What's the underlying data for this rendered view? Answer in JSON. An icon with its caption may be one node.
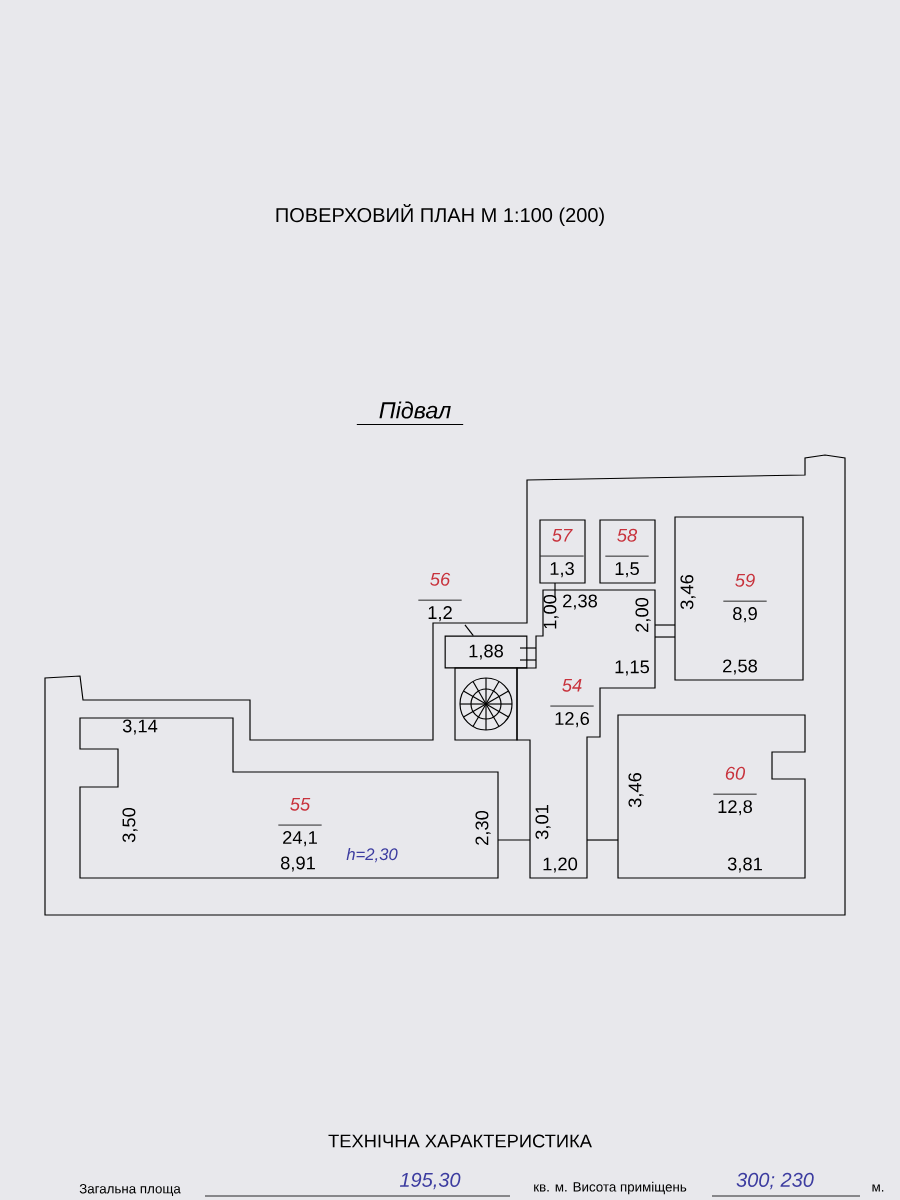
{
  "diagram": {
    "title": "ПОВЕРХОВИЙ ПЛАН М 1:100 (200)",
    "nodes": [
      {
        "text": [
          "57",
          "1,3"
        ]
      },
      {
        "text": [
          "58",
          "1,5"
        ]
      },
      {
        "text": [
          "59",
          "8,9"
        ]
      },
      {
        "text": [
          "56",
          "1,2"
        ]
      },
      {
        "text": [
          "1,88"
        ]
      },
      {
        "text": [
          "54",
          "12,6"
        ]
      },
      {
        "text": [
          "55",
          "24,1"
        ]
      },
      {
        "text": [
          "60",
          "12,8"
        ]
      }
    ],
    "edges": [
      {
        "from": 3,
        "to": 4,
        "arrow": "none"
      }
    ],
    "labels": [
      "Підвал",
      "1,00",
      "2,38",
      "3,46",
      "2,00",
      "1,15",
      "2,58",
      "3,14",
      "3,50",
      "2,30",
      "3,01",
      "3,46",
      "8,91",
      "h=2,30",
      "1,20",
      "3,81",
      "ТЕХНІЧНА ХАРАКТЕРИСТИКА",
      "Загальна площа",
      "195,30",
      "кв. м. Висота приміщень",
      "300; 230",
      "м."
    ]
  }
}
